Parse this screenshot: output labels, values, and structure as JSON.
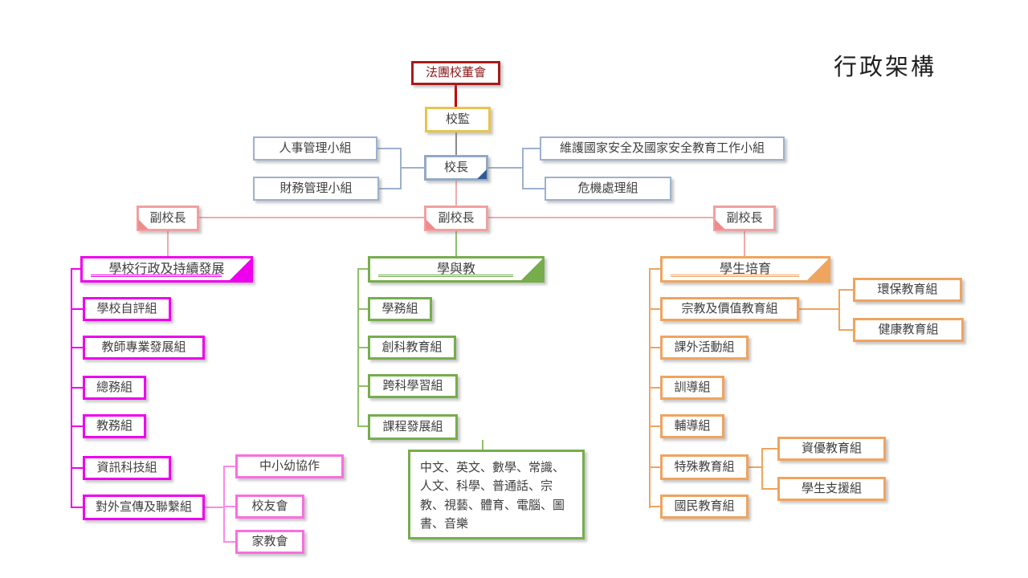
{
  "title": "行政架構",
  "top": {
    "board": "法團校董會",
    "supervisor": "校監",
    "principal": "校長",
    "principal_left_committees": [
      "人事管理小組",
      "財務管理小組"
    ],
    "principal_right_committees": [
      "維護國家安全及國家安全教育工作小組",
      "危機處理組"
    ],
    "vice_principal": "副校長"
  },
  "branches": {
    "admin": {
      "header": "學校行政及持續發展",
      "items": [
        "學校自評組",
        "教師專業發展組",
        "總務組",
        "教務組",
        "資訊科技組",
        "對外宣傳及聯繫組"
      ],
      "liaison_children": [
        "中小幼協作",
        "校友會",
        "家教會"
      ]
    },
    "learning": {
      "header": "學與教",
      "items": [
        "學務組",
        "創科教育組",
        "跨科學習組",
        "課程發展組"
      ],
      "curriculum_subjects": "中文、英文、數學、常識、人文、科學、普通話、宗教、視藝、體育、電腦、圖書、音樂"
    },
    "student": {
      "header": "學生培育",
      "items": [
        "宗教及價值教育組",
        "課外活動組",
        "訓導組",
        "輔導組",
        "特殊教育組",
        "國民教育組"
      ],
      "religion_children": [
        "環保教育組",
        "健康教育組"
      ],
      "special_children": [
        "資優教育組",
        "學生支援組"
      ]
    }
  },
  "colors": {
    "board_red": "#a61c1c",
    "supervisor_gold": "#e8c44f",
    "principal_blue": "#93a9c7",
    "vice_pink": "#f2a0a0",
    "admin_magenta": "#ee00ee",
    "admin_sub_pink": "#fa6ee0",
    "learning_green": "#76ad4d",
    "student_orange": "#efa45f"
  }
}
